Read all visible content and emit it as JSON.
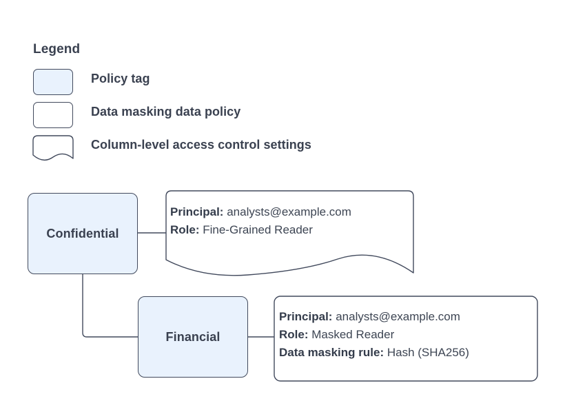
{
  "legend": {
    "title": "Legend",
    "items": [
      {
        "shape": "rounded-rect-blue",
        "icon": "policy-tag-swatch-icon",
        "label": "Policy tag"
      },
      {
        "shape": "rounded-rect-white",
        "icon": "data-masking-policy-swatch-icon",
        "label": "Data masking data policy"
      },
      {
        "shape": "document-wave",
        "icon": "column-access-settings-swatch-icon",
        "label": "Column-level access control settings"
      }
    ]
  },
  "diagram": {
    "nodes": [
      {
        "id": "confidential",
        "label": "Confidential"
      },
      {
        "id": "financial",
        "label": "Financial"
      }
    ],
    "callouts": [
      {
        "id": "confidential-access",
        "shape": "document-wave",
        "lines": [
          {
            "label": "Principal:",
            "value": "analysts@example.com"
          },
          {
            "label": "Role:",
            "value": "Fine-Grained Reader"
          }
        ]
      },
      {
        "id": "financial-access",
        "shape": "rounded-rect",
        "lines": [
          {
            "label": "Principal:",
            "value": "analysts@example.com"
          },
          {
            "label": "Role:",
            "value": "Masked Reader"
          },
          {
            "label": "Data masking rule:",
            "value": "Hash (SHA256)"
          }
        ]
      }
    ],
    "edges": [
      {
        "id": "confidential-to-callout1",
        "from": "confidential",
        "to": "confidential-access"
      },
      {
        "id": "confidential-to-financial",
        "from": "confidential",
        "to": "financial"
      },
      {
        "id": "financial-to-callout2",
        "from": "financial",
        "to": "financial-access"
      }
    ]
  },
  "colors": {
    "node_fill": "#e9f2fd",
    "stroke": "#41495c",
    "text": "#3a4150",
    "background": "#ffffff"
  }
}
